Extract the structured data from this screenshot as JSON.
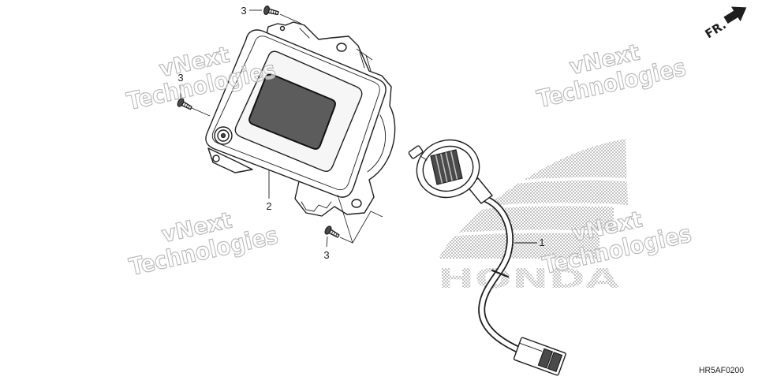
{
  "callouts": {
    "screw_top": "3",
    "screw_left": "3",
    "screw_bottom": "3",
    "meter_assembly": "2",
    "cable_assembly": "1"
  },
  "direction_marker": "FR.",
  "figure_code": "HR5AF0200",
  "logo": {
    "text": "HONDA"
  },
  "watermarks": [
    {
      "line1": "vNext",
      "line2": "Technologies"
    },
    {
      "line1": "vNext",
      "line2": "Technologies"
    },
    {
      "line1": "vNext",
      "line2": "Technologies"
    },
    {
      "line1": "vNext",
      "line2": "Technologies"
    }
  ],
  "colors": {
    "line": "#1e1e1e",
    "screen": "#5c5c5c",
    "stipple": "#8e8e8e",
    "watermark": "#b9b9b9",
    "background": "#ffffff"
  }
}
